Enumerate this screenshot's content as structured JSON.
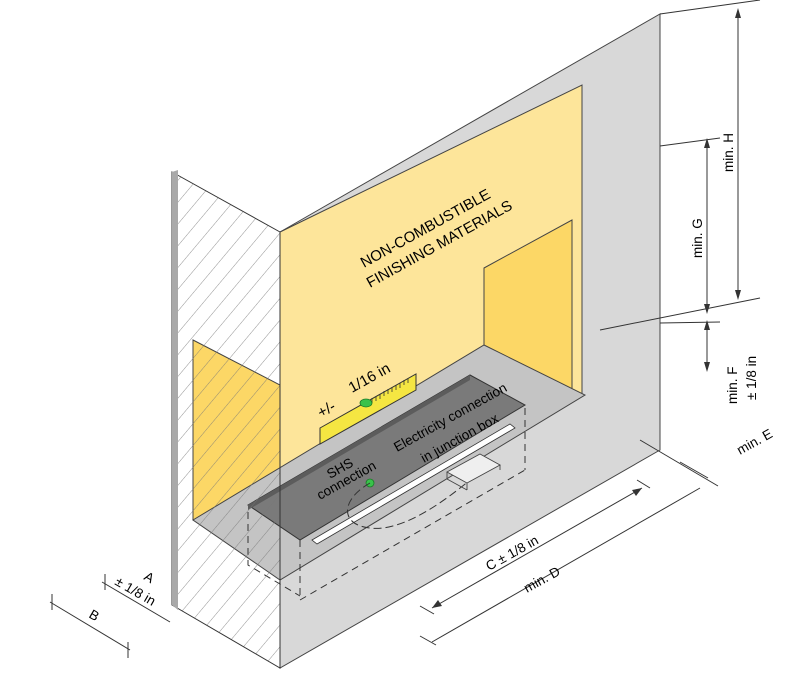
{
  "labels": {
    "materials_line1": "NON-COMBUSTIBLE",
    "materials_line2": "FINISHING MATERIALS",
    "level_tolerance": "+/-",
    "level_value": "1/16 in",
    "shs_line1": "SHS",
    "shs_line2": "connection",
    "elec_line1": "Electricity connection",
    "elec_line2": "in junction box"
  },
  "dimensions": {
    "A": "A",
    "A_tol": "± 1/8 in",
    "B": "B",
    "C": "C ± 1/8 in",
    "D": "min. D",
    "E": "min. E",
    "F": "min. F",
    "F_tol": "± 1/8 in",
    "G": "min. G",
    "H": "min. H"
  },
  "colors": {
    "yellow": "#fde59a",
    "yellow_dark": "#fcd766",
    "level_yellow": "#f5e642",
    "grey_light": "#d8d8d8",
    "grey_mid": "#a9a9a9",
    "grey_dark": "#7a7a7a",
    "grey_floor": "#c4c4c4",
    "indicator_green": "#39c24a"
  }
}
